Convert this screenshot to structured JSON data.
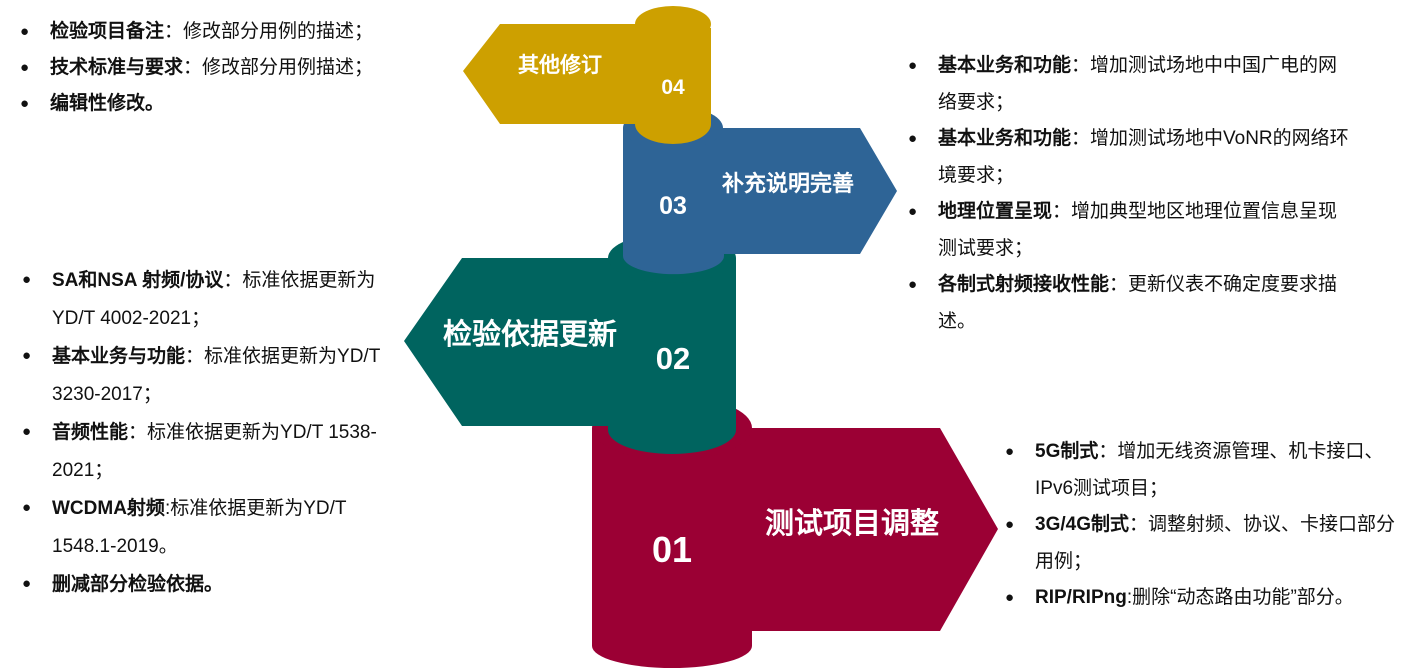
{
  "stages": [
    {
      "number": "04",
      "title": "其他修订",
      "color": "#CDA000",
      "items": [
        {
          "key": "检验项目备注",
          "text": "：修改部分用例的描述；"
        },
        {
          "key": "技术标准与要求",
          "text": "：修改部分用例描述；"
        },
        {
          "key": "编辑性修改。",
          "text": ""
        }
      ]
    },
    {
      "number": "03",
      "title": "补充说明完善",
      "color": "#2E6496",
      "items": [
        {
          "key": "基本业务和功能",
          "text": "：增加测试场地中中国广电的网络要求；"
        },
        {
          "key": "基本业务和功能",
          "text": "：增加测试场地中VoNR的网络环境要求；"
        },
        {
          "key": "地理位置呈现",
          "text": "：增加典型地区地理位置信息呈现测试要求；"
        },
        {
          "key": "各制式射频接收性能",
          "text": "：更新仪表不确定度要求描述。"
        }
      ]
    },
    {
      "number": "02",
      "title": "检验依据更新",
      "color": "#00645F",
      "items": [
        {
          "key": "SA和NSA 射频/协议",
          "text": "：标准依据更新为YD/T 4002-2021；"
        },
        {
          "key": "基本业务与功能",
          "text": "：标准依据更新为YD/T 3230-2017；"
        },
        {
          "key": "音频性能",
          "text": "：标准依据更新为YD/T 1538-2021；"
        },
        {
          "key": "WCDMA射频",
          "text": ":标准依据更新为YD/T 1548.1-2019。"
        },
        {
          "key": "删减部分检验依据。",
          "text": ""
        }
      ]
    },
    {
      "number": "01",
      "title": "测试项目调整",
      "color": "#9B0034",
      "items": [
        {
          "key": "5G制式",
          "text": "：增加无线资源管理、机卡接口、IPv6测试项目；"
        },
        {
          "key": "3G/4G制式",
          "text": "：调整射频、协议、卡接口部分用例；"
        },
        {
          "key": "RIP/RIPng",
          "text": ":删除“动态路由功能”部分。"
        }
      ]
    }
  ]
}
